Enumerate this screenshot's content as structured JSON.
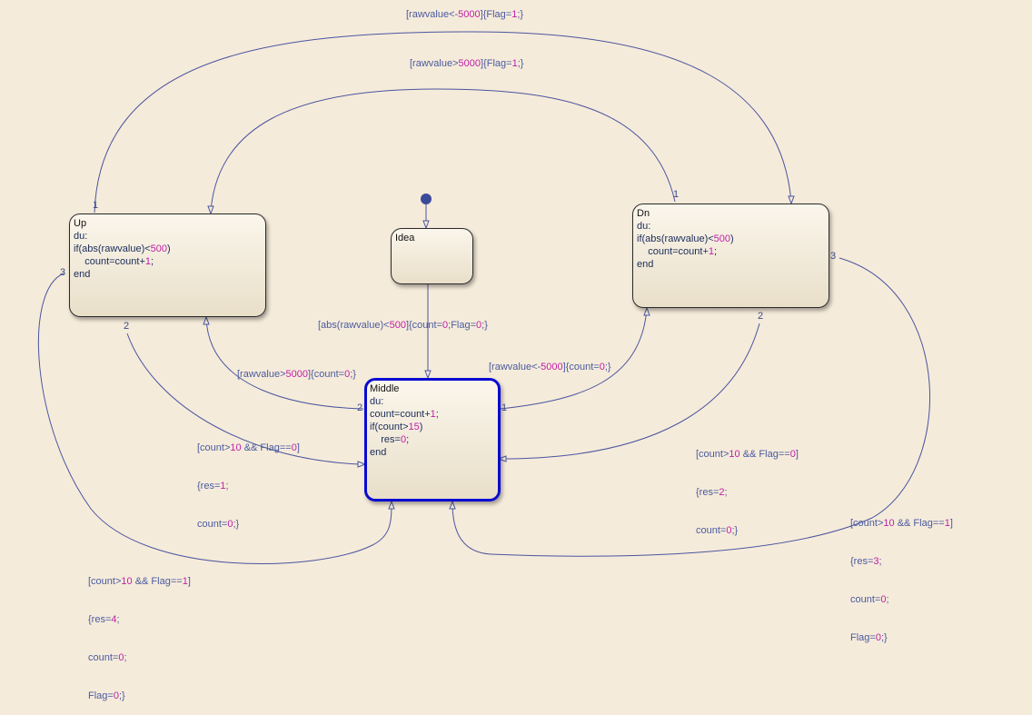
{
  "states": {
    "up": {
      "name": "Up",
      "lines": [
        "du:",
        "if(abs(rawvalue)<500)",
        "    count=count+1;",
        "end"
      ]
    },
    "idea": {
      "name": "Idea",
      "lines": []
    },
    "dn": {
      "name": "Dn",
      "lines": [
        "du:",
        "if(abs(rawvalue)<500)",
        "    count=count+1;",
        "end"
      ]
    },
    "middle": {
      "name": "Middle",
      "lines": [
        "du:",
        "count=count+1;",
        "if(count>15)",
        "    res=0;",
        "end"
      ]
    }
  },
  "transitions": {
    "up_to_dn": "[rawvalue<-5000]{Flag=1;}",
    "dn_to_up": "[rawvalue>5000]{Flag=1;}",
    "idea_to_mid": "[abs(rawvalue)<500]{count=0;Flag=0;}",
    "mid_to_up": "[rawvalue>5000]{count=0;}",
    "mid_to_dn": "[rawvalue<-5000]{count=0;}",
    "up2_to_mid": [
      "[count>10 && Flag==0]",
      "{res=1;",
      "count=0;}"
    ],
    "dn2_to_mid": [
      "[count>10 && Flag==0]",
      "{res=2;",
      "count=0;}"
    ],
    "dn3_to_mid": [
      "[count>10 && Flag==1]",
      "{res=3;",
      "count=0;",
      "Flag=0;}"
    ],
    "up3_to_mid": [
      "[count>10 && Flag==1]",
      "{res=4;",
      "count=0;",
      "Flag=0;}"
    ]
  },
  "priorities": {
    "up_1": "1",
    "up_2": "2",
    "up_3": "3",
    "dn_1": "1",
    "dn_2": "2",
    "dn_3": "3",
    "mid_1": "1",
    "mid_2": "2"
  },
  "colors": {
    "background": "#f5ebda",
    "transition": "#4a55a0",
    "active_border": "#0a0ad2",
    "number": "#c020a8"
  }
}
